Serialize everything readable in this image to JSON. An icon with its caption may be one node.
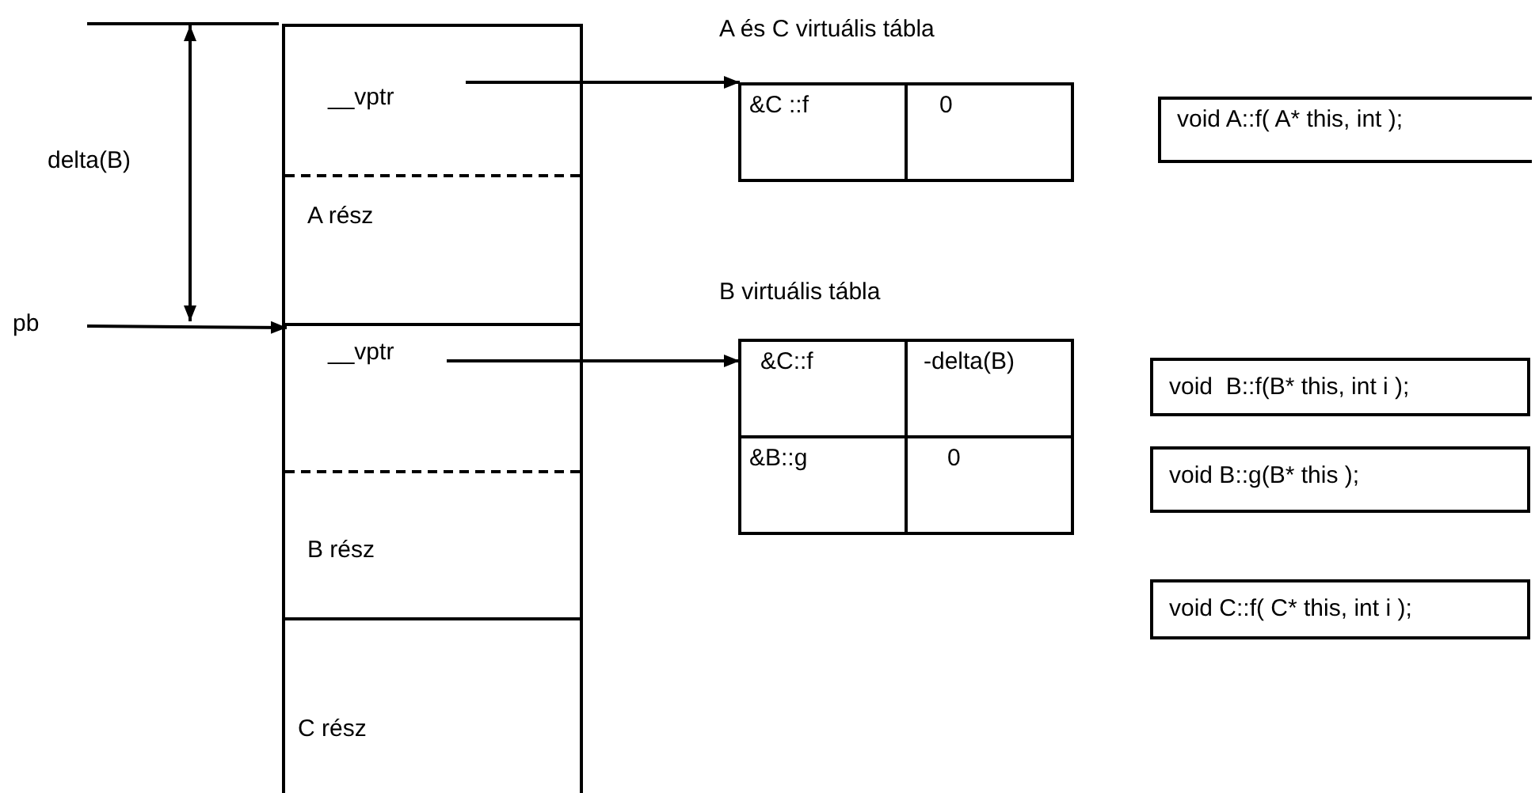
{
  "diagram": {
    "nodes": [
      {
        "text": [],
        "shape": "box"
      },
      {
        "text": [
          "__vptr"
        ],
        "in": 0
      },
      {
        "text": [
          "A rész"
        ],
        "in": 0
      },
      {
        "text": [
          "__vptr"
        ],
        "in": 0
      },
      {
        "text": [
          "B rész"
        ],
        "in": 0
      },
      {
        "text": [
          "C rész"
        ],
        "in": 0
      },
      {
        "text": [
          "pb"
        ]
      },
      {
        "text": [
          "A és C virtuális tábla"
        ]
      },
      {
        "text": [
          "&C ::f"
        ],
        "in": 7
      },
      {
        "text": [
          "0"
        ],
        "in": 7
      },
      {
        "text": [
          "B virtuális tábla"
        ]
      },
      {
        "text": [
          "&C::f"
        ],
        "in": 10
      },
      {
        "text": [
          "-delta(B)"
        ],
        "in": 10
      },
      {
        "text": [
          "&B::g"
        ],
        "in": 10
      },
      {
        "text": [
          "0"
        ],
        "in": 10
      },
      {
        "text": [
          "void A::f( A* this, int );"
        ]
      },
      {
        "text": [
          "void  B::f(B* this, int i );"
        ]
      },
      {
        "text": [
          "void B::g(B* this );"
        ]
      },
      {
        "text": [
          "void C::f( C* this, int i );"
        ]
      }
    ],
    "edges": [
      {
        "from": 1,
        "to": 7,
        "arrow": "to"
      },
      {
        "from": 6,
        "to": 3,
        "arrow": "to"
      },
      {
        "from": 3,
        "to": 10,
        "arrow": "to"
      }
    ],
    "labels": [
      "delta(B)"
    ]
  }
}
